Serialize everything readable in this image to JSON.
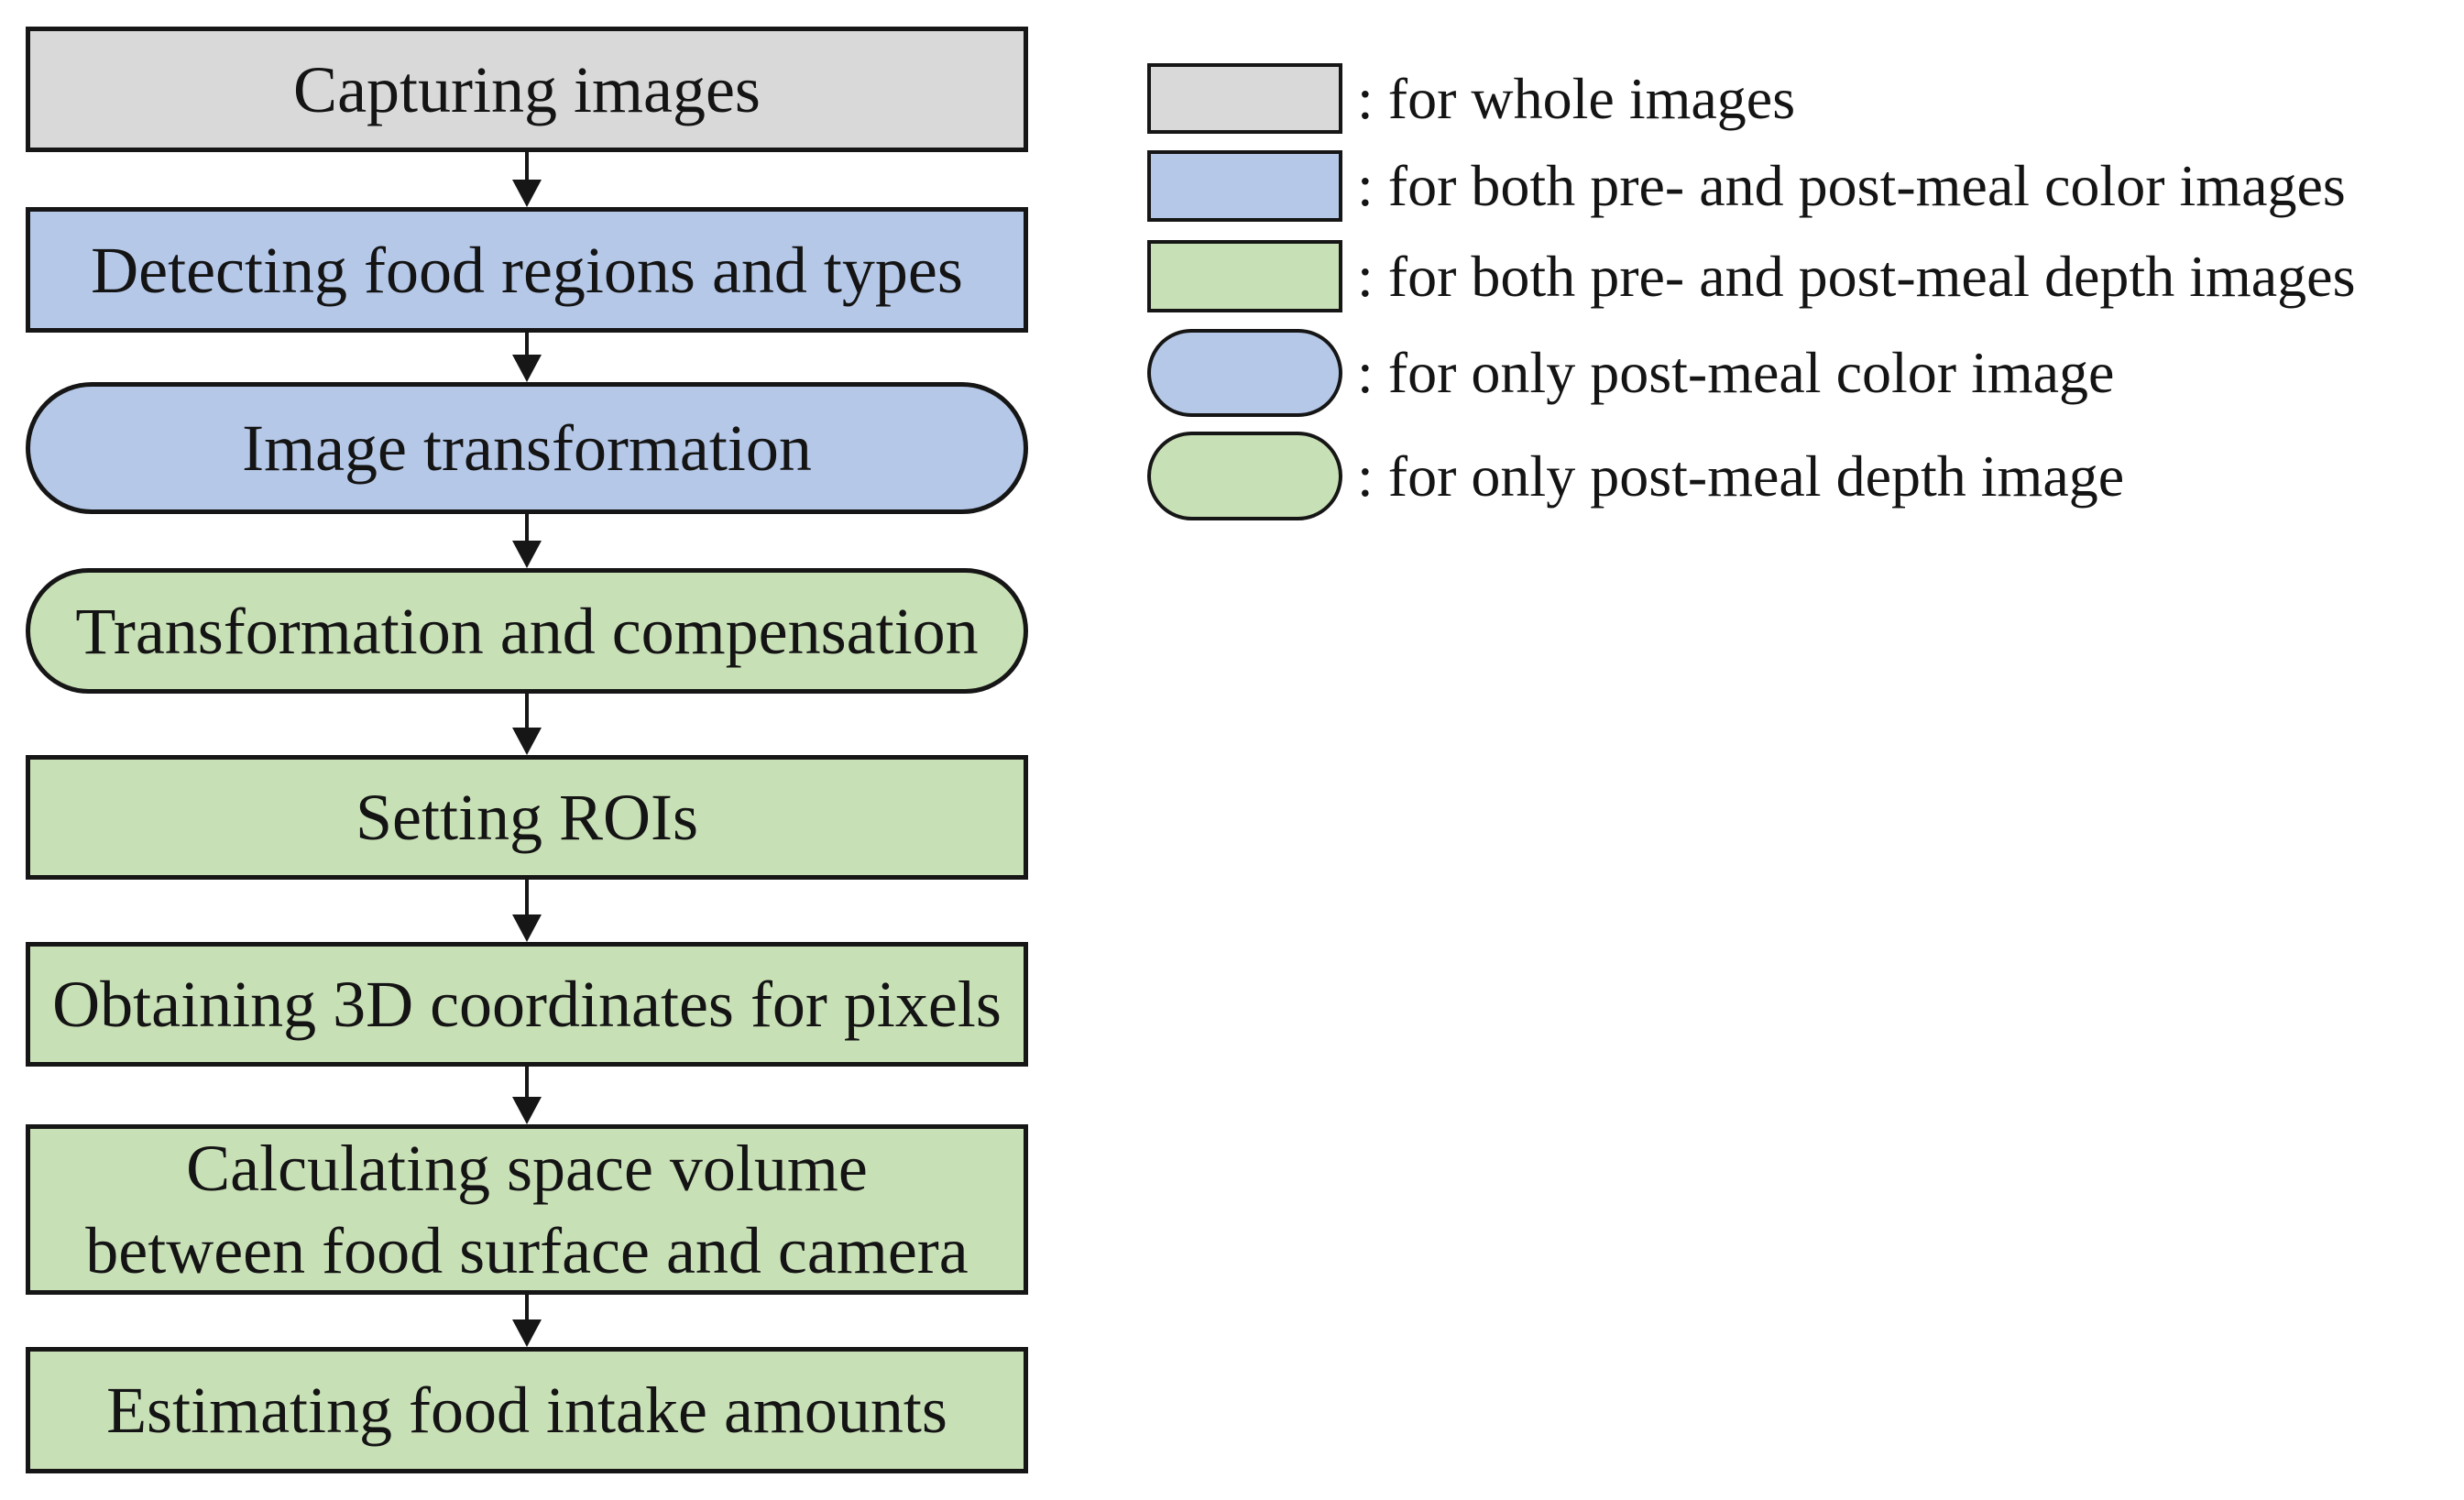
{
  "figure": {
    "background": "#ffffff",
    "border_color": "#161616",
    "text_color": "#141414"
  },
  "palette": {
    "whole_images_gray": "#d9d9d9",
    "color_images_blue": "#b5c8e8",
    "depth_images_green": "#c8e0b6"
  },
  "flowchart": {
    "nodes": [
      {
        "label": "Capturing images",
        "shape": "rectangle",
        "fill": "#d9d9d9",
        "category": "whole-images"
      },
      {
        "label": "Detecting food regions and types",
        "shape": "rectangle",
        "fill": "#b5c8e8",
        "category": "both-pre-and-post-meal-color-images"
      },
      {
        "label": "Image transformation",
        "shape": "rounded",
        "fill": "#b5c8e8",
        "category": "only-post-meal-color-image"
      },
      {
        "label": "Transformation and compensation",
        "shape": "rounded",
        "fill": "#c8e0b6",
        "category": "only-post-meal-depth-image"
      },
      {
        "label": "Setting ROIs",
        "shape": "rectangle",
        "fill": "#c8e0b6",
        "category": "both-pre-and-post-meal-depth-images"
      },
      {
        "label": "Obtaining 3D coordinates for pixels",
        "shape": "rectangle",
        "fill": "#c8e0b6",
        "category": "both-pre-and-post-meal-depth-images"
      },
      {
        "label": "Calculating space volume\nbetween food surface and camera",
        "shape": "rectangle",
        "fill": "#c8e0b6",
        "category": "both-pre-and-post-meal-depth-images"
      },
      {
        "label": "Estimating food intake amounts",
        "shape": "rectangle",
        "fill": "#c8e0b6",
        "category": "both-pre-and-post-meal-depth-images"
      }
    ],
    "connector": "down-arrow"
  },
  "legend": {
    "items": [
      {
        "swatch": "gray-rectangle",
        "fill": "#d9d9d9",
        "label": ": for whole images"
      },
      {
        "swatch": "blue-rectangle",
        "fill": "#b5c8e8",
        "label": ": for both pre- and post-meal color images"
      },
      {
        "swatch": "green-rectangle",
        "fill": "#c8e0b6",
        "label": ": for both pre- and post-meal depth images"
      },
      {
        "swatch": "blue-rounded",
        "fill": "#b5c8e8",
        "label": ": for only post-meal color image"
      },
      {
        "swatch": "green-rounded",
        "fill": "#c8e0b6",
        "label": ": for only post-meal depth image"
      }
    ]
  }
}
